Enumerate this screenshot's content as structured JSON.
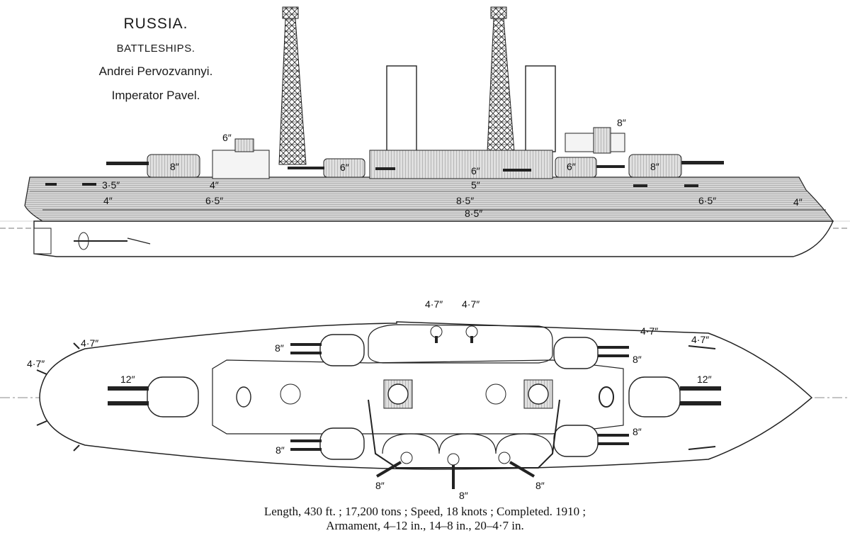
{
  "title": {
    "country": "RUSSIA.",
    "class": "BATTLESHIPS.",
    "ship1": "Andrei  Pervozvannyi.",
    "ship2": "Imperator  Pavel."
  },
  "profile_labels": {
    "gun_6_upper": "6″",
    "gun_8_rear_upper": "8″",
    "turret_8_fwd": "8″",
    "turret_6_fwd": "6″",
    "center_6": "6″",
    "turret_6_aft": "6″",
    "turret_8_aft": "8″",
    "armor_3_5": "3·5″",
    "armor_4_upper": "4″",
    "armor_5": "5″",
    "armor_4_bow": "4″",
    "armor_6_5_fwd": "6·5″",
    "armor_8_5_a": "8·5″",
    "armor_8_5_b": "8·5″",
    "armor_6_5_aft": "6·5″",
    "armor_4_stern": "4″"
  },
  "plan_labels": {
    "gun_47_top_left": "4·7″",
    "gun_47_top_right": "4·7″",
    "gun_47_bow_upper": "4·7″",
    "gun_47_bow_tip": "4·7″",
    "gun_47_stern_a": "4·7″",
    "gun_47_stern_b": "4·7″",
    "gun_8_ul": "8″",
    "gun_8_ur": "8″",
    "gun_12_left": "12″",
    "gun_12_right": "12″",
    "gun_8_ll": "8″",
    "gun_8_lr": "8″",
    "gun_8_bottom_left": "8″",
    "gun_8_bottom_center": "8″",
    "gun_8_bottom_right": "8″"
  },
  "caption": {
    "line1": "Length, 430 ft. ; 17,200 tons ; Speed, 18 knots ; Completed. 1910 ;",
    "line2": "Armament, 4–12 in., 14–8 in., 20–4·7 in."
  }
}
